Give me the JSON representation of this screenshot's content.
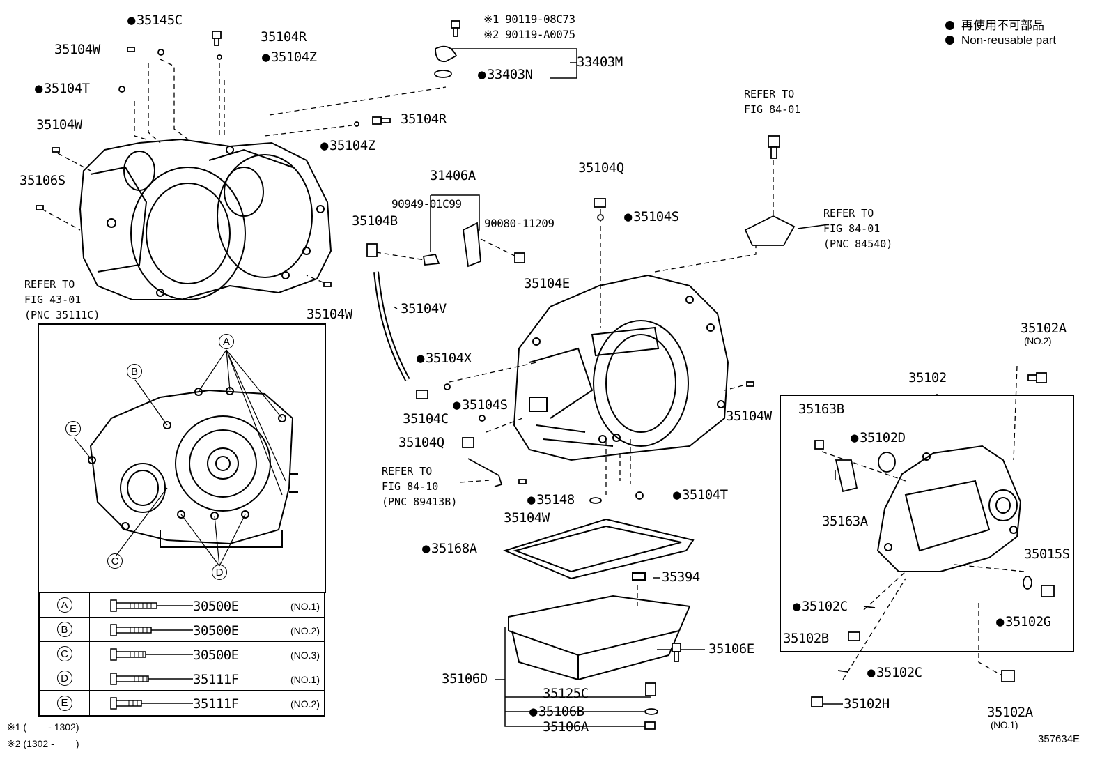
{
  "legend": {
    "line1": "再使用不可部品",
    "line2": "Non-reusable part"
  },
  "figure_id": "357634E",
  "labels": {
    "p35145C": "35145C",
    "p35104R_a": "35104R",
    "p35104W_a": "35104W",
    "p35104Z_a": "35104Z",
    "p35104T_a": "35104T",
    "p35104W_b": "35104W",
    "p35106S": "35106S",
    "p35104R_b": "35104R",
    "p35104Z_b": "35104Z",
    "p90119_1": "※1 90119-08C73",
    "p90119_2": "※2 90119-A0075",
    "p33403M": "33403M",
    "p33403N": "33403N",
    "p31406A": "31406A",
    "p90949": "90949-01C99",
    "p90080": "90080-11209",
    "p35104B": "35104B",
    "p35104Q_a": "35104Q",
    "p35104S_a": "35104S",
    "p35104E": "35104E",
    "p35104V": "35104V",
    "p35104X": "35104X",
    "p35104S_b": "35104S",
    "p35104C": "35104C",
    "p35104Q_b": "35104Q",
    "p35104W_c": "35104W",
    "p35104W_d": "35104W",
    "p35148": "35148",
    "p35104W_e": "35104W",
    "p35104T_b": "35104T",
    "p35168A": "35168A",
    "p35394": "35394",
    "p35106D": "35106D",
    "p35106E": "35106E",
    "p35125C": "35125C",
    "p35106B": "35106B",
    "p35106A": "35106A",
    "p35102A_a": "35102A",
    "p35102A_a_note": "(NO.2)",
    "p35102": "35102",
    "p35163B": "35163B",
    "p35102D": "35102D",
    "p35163A": "35163A",
    "p35015S": "35015S",
    "p35102C_a": "35102C",
    "p35102G": "35102G",
    "p35102B": "35102B",
    "p35102C_b": "35102C",
    "p35102H": "35102H",
    "p35102A_b": "35102A",
    "p35102A_b_note": "(NO.1)"
  },
  "refs": {
    "fig43": "REFER TO\nFIG 43-01\n(PNC 35111C)",
    "fig84a": "REFER TO\nFIG 84-01",
    "fig84b": "REFER TO\nFIG 84-01\n(PNC 84540)",
    "fig8410": "REFER TO\nFIG 84-10\n(PNC 89413B)"
  },
  "callouts": {
    "A": "A",
    "B": "B",
    "C": "C",
    "D": "D",
    "E": "E"
  },
  "bolt_table": [
    {
      "key": "A",
      "part": "30500E",
      "note": "(NO.1)"
    },
    {
      "key": "B",
      "part": "30500E",
      "note": "(NO.2)"
    },
    {
      "key": "C",
      "part": "30500E",
      "note": "(NO.3)"
    },
    {
      "key": "D",
      "part": "35111F",
      "note": "(NO.1)"
    },
    {
      "key": "E",
      "part": "35111F",
      "note": "(NO.2)"
    }
  ],
  "footnotes": {
    "n1": "※1 (        - 1302)",
    "n2": "※2 (1302 -        )"
  }
}
